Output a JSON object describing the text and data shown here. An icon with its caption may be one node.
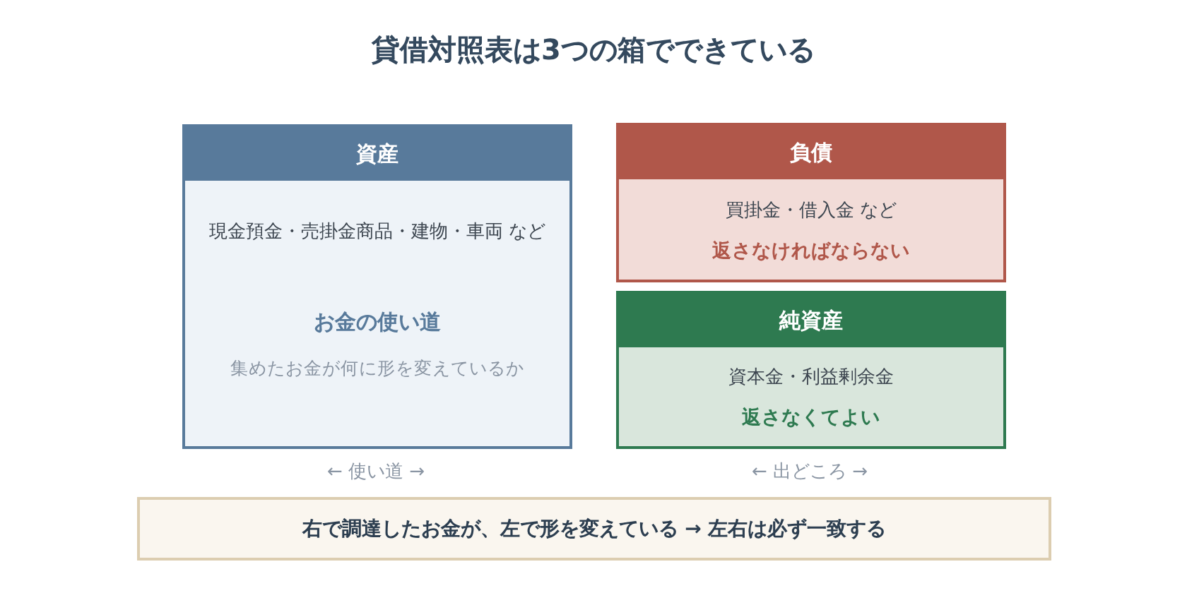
{
  "diagram": {
    "title": "貸借対照表は3つの箱でできている",
    "nodes": [
      {
        "text": [
          "資産",
          "現金預金・売掛金商品・建物・車両 など",
          "お金の使い道",
          "集めたお金が何に形を変えているか"
        ]
      },
      {
        "text": [
          "負債",
          "買掛金・借入金 など",
          "返さなければならない"
        ]
      },
      {
        "text": [
          "純資産",
          "資本金・利益剰余金",
          "返さなくてよい"
        ]
      },
      {
        "text": [
          "右で調達したお金が、左で形を変えている → 左右は必ず一致する"
        ]
      }
    ],
    "labels": [
      "← 使い道 →",
      "← 出どころ →"
    ]
  }
}
